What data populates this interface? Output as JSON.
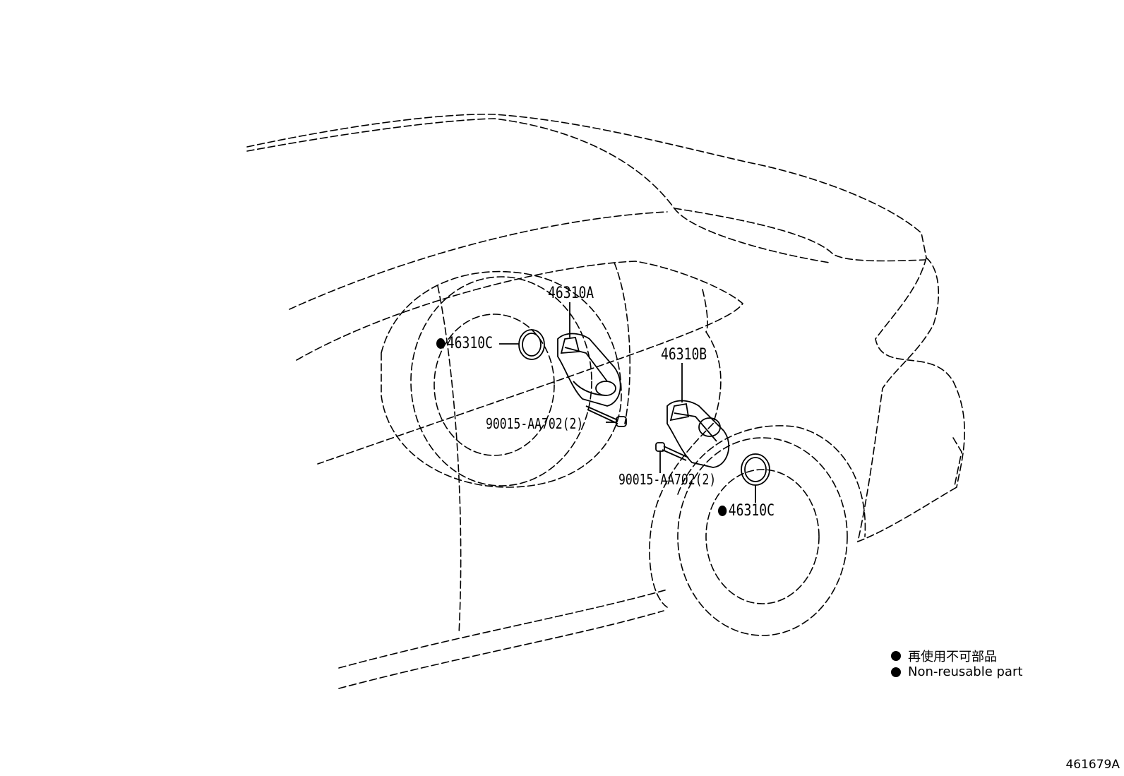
{
  "parts": {
    "motor_a": "46310A",
    "motor_b": "46310B",
    "seal_left": "46310C",
    "seal_right": "46310C",
    "bolt_left": "90015-AA702(2)",
    "bolt_right": "90015-AA702(2)"
  },
  "legend": {
    "japanese": "再使用不可部品",
    "english": "Non-reusable part",
    "bullet_icon": "filled-circle"
  },
  "figure_id": "461679A"
}
